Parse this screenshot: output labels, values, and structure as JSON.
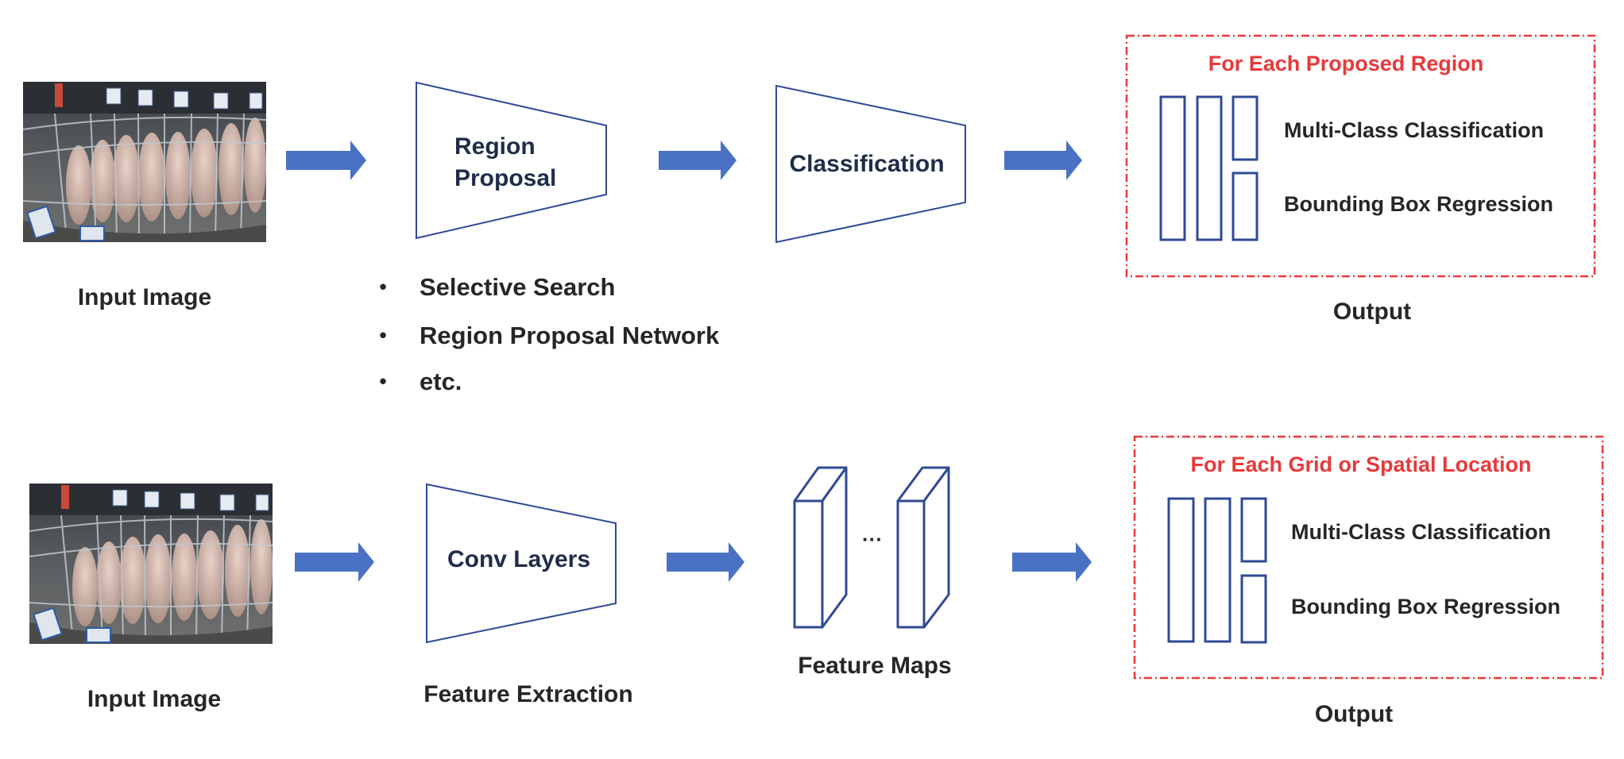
{
  "top_row": {
    "input_label": "Input Image",
    "region_proposal_line1": "Region",
    "region_proposal_line2": "Proposal",
    "classification_label": "Classification",
    "proposal_methods": [
      "Selective Search",
      "Region Proposal Network",
      "etc."
    ],
    "bullet_glyph": "•",
    "output_box_title": "For Each Proposed Region",
    "output_item_1": "Multi-Class Classification",
    "output_item_2": "Bounding Box Regression",
    "output_label": "Output"
  },
  "bottom_row": {
    "input_label": "Input Image",
    "conv_label": "Conv Layers",
    "feature_extraction_label": "Feature Extraction",
    "ellipsis": "···",
    "feature_maps_label": "Feature Maps",
    "output_box_title": "For Each Grid or Spatial Location",
    "output_item_1": "Multi-Class Classification",
    "output_item_2": "Bounding Box Regression",
    "output_label": "Output"
  },
  "colors": {
    "arrow": "#4a72c4",
    "shape_stroke": "#2f4a96",
    "dashed_box": "#e8393a",
    "title_red": "#e8393a"
  },
  "icons": {
    "input_photo": "pig-pen-camera-photo",
    "arrow": "right-arrow-icon"
  }
}
